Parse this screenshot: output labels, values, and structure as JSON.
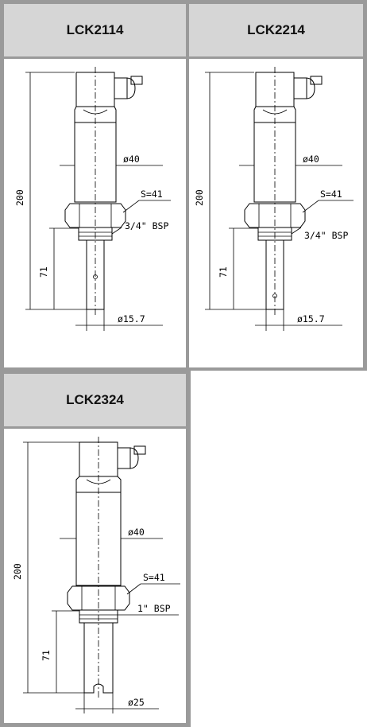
{
  "colors": {
    "frame": "#9a9a9a",
    "header": "#d6d6d6"
  },
  "products": [
    {
      "model": "LCK2114",
      "height": "200",
      "length": "71",
      "body_diameter": "ø40",
      "wrench": "S=41",
      "thread": "3/4\" BSP",
      "tip_diameter": "ø15.7"
    },
    {
      "model": "LCK2214",
      "height": "200",
      "length": "71",
      "body_diameter": "ø40",
      "wrench": "S=41",
      "thread": "3/4\" BSP",
      "tip_diameter": "ø15.7"
    },
    {
      "model": "LCK2324",
      "height": "200",
      "length": "71",
      "body_diameter": "ø40",
      "wrench": "S=41",
      "thread": "1\" BSP",
      "tip_diameter": "ø25"
    }
  ]
}
